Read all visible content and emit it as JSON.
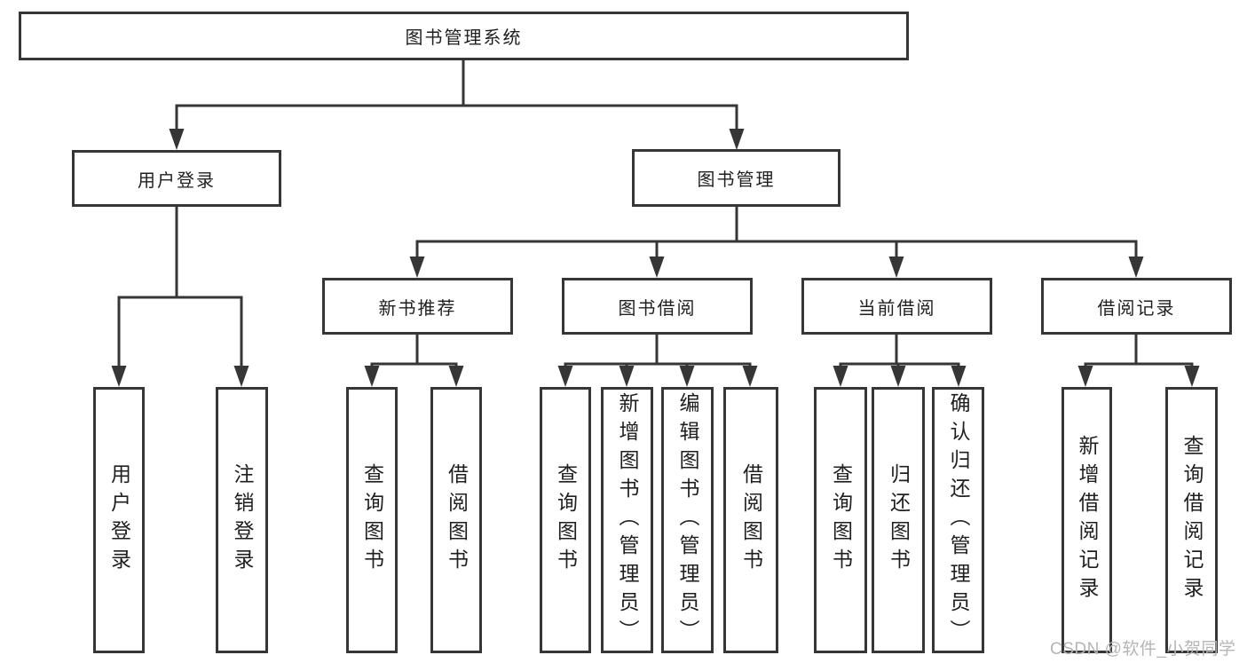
{
  "diagram_type": "hierarchy-tree",
  "colors": {
    "line": "#363636",
    "box_border": "#363636",
    "box_fill": "#ffffff",
    "text": "#1f1f1f",
    "background": "#ffffff",
    "watermark": "#b5b5b5"
  },
  "tree": {
    "label": "图书管理系统",
    "children": [
      {
        "label": "用户登录",
        "children": [
          {
            "label": "用户登录"
          },
          {
            "label": "注销登录"
          }
        ]
      },
      {
        "label": "图书管理",
        "children": [
          {
            "label": "新书推荐",
            "children": [
              {
                "label": "查询图书"
              },
              {
                "label": "借阅图书"
              }
            ]
          },
          {
            "label": "图书借阅",
            "children": [
              {
                "label": "查询图书"
              },
              {
                "label": "新增图书（管理员）"
              },
              {
                "label": "编辑图书（管理员）"
              },
              {
                "label": "借阅图书"
              }
            ]
          },
          {
            "label": "当前借阅",
            "children": [
              {
                "label": "查询图书"
              },
              {
                "label": "归还图书"
              },
              {
                "label": "确认归还（管理员）"
              }
            ]
          },
          {
            "label": "借阅记录",
            "children": [
              {
                "label": "新增借阅记录"
              },
              {
                "label": "查询借阅记录"
              }
            ]
          }
        ]
      }
    ]
  },
  "watermark": {
    "text": "CSDN @软件_小贺同学"
  }
}
